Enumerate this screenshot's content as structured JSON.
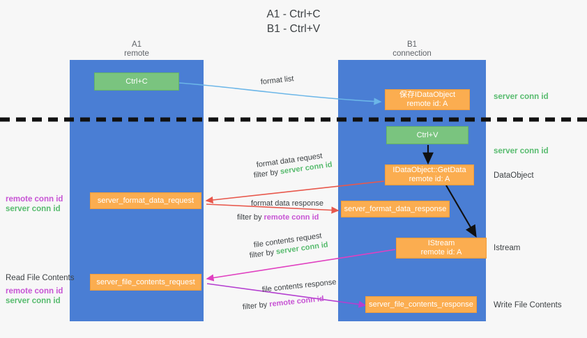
{
  "title": {
    "line1": "A1 - Ctrl+C",
    "line2": "B1 - Ctrl+V"
  },
  "columns": [
    {
      "name": "A1",
      "sub": "remote"
    },
    {
      "name": "B1",
      "sub": "connection"
    }
  ],
  "boxes": {
    "ctrl_c": "Ctrl+C",
    "ctrl_v": "Ctrl+V",
    "save_dataobject_l1": "保存IDataObject",
    "save_dataobject_l2": "remote id: A",
    "getdata_l1": "IDataObject::GetData",
    "getdata_l2": "remote id: A",
    "istream_l1": "IStream",
    "istream_l2": "remote id: A",
    "server_format_data_request": "server_format_data_request",
    "server_format_data_response": "server_format_data_response",
    "server_file_contents_request": "server_file_contents_request",
    "server_file_contents_response": "server_file_contents_response"
  },
  "right_labels": {
    "server_conn_id_1": "server conn id",
    "server_conn_id_2": "server conn id",
    "dataobject": "DataObject",
    "istream": "Istream",
    "write_file_contents": "Write File Contents"
  },
  "left_labels": {
    "remote_conn_id_1": "remote conn id",
    "server_conn_id_1": "server conn id",
    "read_file_contents": "Read File Contents",
    "remote_conn_id_2": "remote conn id",
    "server_conn_id_2": "server conn id"
  },
  "edges": {
    "format_list": "format list",
    "format_data_request": "format data request",
    "format_data_request_filter_prefix": "filter by ",
    "format_data_request_filter_value": "server conn id",
    "format_data_response": "format data response",
    "format_data_response_filter_prefix": "filter by ",
    "format_data_response_filter_value": "remote conn id",
    "file_contents_request": "file contents request",
    "file_contents_request_filter_prefix": "filter by ",
    "file_contents_request_filter_value": "server conn id",
    "file_contents_response": "file contents response",
    "file_contents_response_filter_prefix": "filter by ",
    "file_contents_response_filter_value": "remote conn id"
  },
  "colors": {
    "lane": "#4a7ed4",
    "green_box": "#7ac47f",
    "orange_box": "#fbad50",
    "server_conn_id": "#57bb6e",
    "remote_conn_id": "#c754d4",
    "arrow_blue": "#6bb6e8",
    "arrow_red": "#e8584c",
    "arrow_magenta": "#e040c0",
    "arrow_purple": "#b43fd0",
    "arrow_black": "#111111"
  }
}
